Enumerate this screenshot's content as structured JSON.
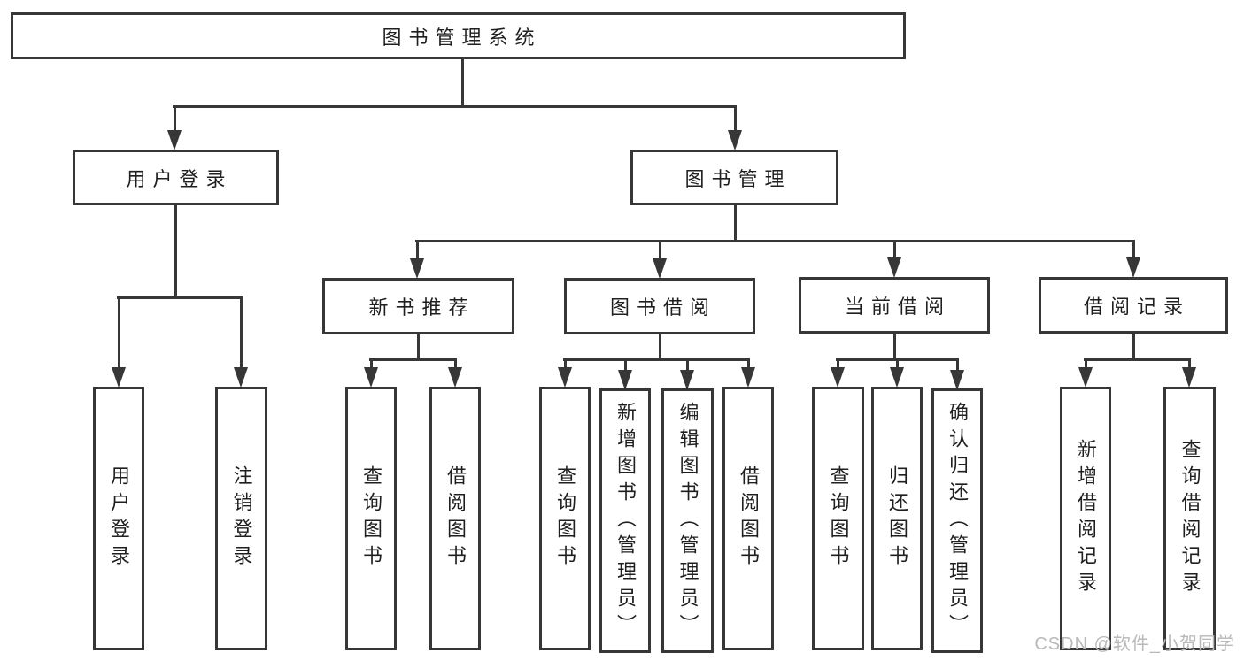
{
  "diagram_title": "图书管理系统",
  "nodes": {
    "root": {
      "label": "图书管理系统"
    },
    "user_login": {
      "label": "用户登录"
    },
    "book_mgmt": {
      "label": "图书管理"
    },
    "new_book_rec": {
      "label": "新书推荐"
    },
    "book_borrow": {
      "label": "图书借阅"
    },
    "current_borrow": {
      "label": "当前借阅"
    },
    "borrow_record": {
      "label": "借阅记录"
    },
    "leaf_user_login": {
      "label": "用户登录"
    },
    "leaf_logout": {
      "label": "注销登录"
    },
    "leaf_query_book_1": {
      "label": "查询图书"
    },
    "leaf_borrow_book_1": {
      "label": "借阅图书"
    },
    "leaf_query_book_2": {
      "label": "查询图书"
    },
    "leaf_add_book": {
      "label": "新增图书（管理员）"
    },
    "leaf_edit_book": {
      "label": "编辑图书（管理员）"
    },
    "leaf_borrow_book_2": {
      "label": "借阅图书"
    },
    "leaf_query_book_3": {
      "label": "查询图书"
    },
    "leaf_return_book": {
      "label": "归还图书"
    },
    "leaf_confirm_return": {
      "label": "确认归还（管理员）"
    },
    "leaf_add_record": {
      "label": "新增借阅记录"
    },
    "leaf_query_record": {
      "label": "查询借阅记录"
    }
  },
  "watermark": "CSDN @软件_小贺同学",
  "colors": {
    "line": "#373737",
    "text": "#1f1f1f",
    "watermark": "#b9b9b9",
    "background": "#ffffff"
  }
}
